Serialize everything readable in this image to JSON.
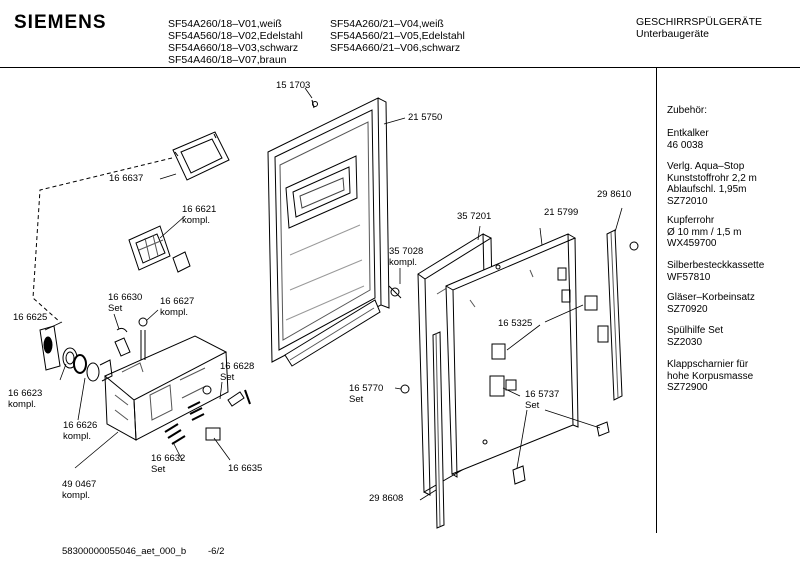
{
  "header": {
    "brand": "SIEMENS",
    "models_col1": [
      "SF54A260/18–V01,weiß",
      "SF54A560/18–V02,Edelstahl",
      "SF54A660/18–V03,schwarz",
      "SF54A460/18–V07,braun"
    ],
    "models_col2": [
      "SF54A260/21–V04,weiß",
      "SF54A560/21–V05,Edelstahl",
      "SF54A660/21–V06,schwarz"
    ],
    "category_title": "GESCHIRRSPÜLGERÄTE",
    "category_subtitle": "Unterbaugeräte"
  },
  "accessories": {
    "title": "Zubehör:",
    "items": [
      [
        "Entkalker",
        "46 0038"
      ],
      [
        "Verlg. Aqua–Stop",
        "Kunststoffrohr 2,2 m",
        "Ablaufschl. 1,95m",
        "SZ72010"
      ],
      [
        "Kupferrohr",
        "Ø 10 mm / 1,5 m",
        "WX459700"
      ],
      [
        "Silberbesteckkassette",
        "WF57810"
      ],
      [
        "Gläser–Korbeinsatz",
        "SZ70920"
      ],
      [
        "Spülhilfe Set",
        "SZ2030"
      ],
      [
        "Klappscharnier für",
        "hohe Korpusmasse",
        "SZ72900"
      ]
    ]
  },
  "part_labels": {
    "p151703": "15 1703",
    "p215750": "21 5750",
    "p166637": "16 6637",
    "p166621": "16 6621",
    "p166621_sub": "kompl.",
    "p166625": "16 6625",
    "p166630": "16 6630",
    "p166630_sub": "Set",
    "p166627": "16 6627",
    "p166627_sub": "kompl.",
    "p166623": "16 6623",
    "p166623_sub": "kompl.",
    "p166626": "16 6626",
    "p166626_sub": "kompl.",
    "p490467": "49 0467",
    "p490467_sub": "kompl.",
    "p166628": "16 6628",
    "p166628_sub": "Set",
    "p166632": "16 6632",
    "p166632_sub": "Set",
    "p166635": "16 6635",
    "p357201": "35 7201",
    "p215799": "21 5799",
    "p298610": "29 8610",
    "p357028": "35 7028",
    "p357028_sub": "kompl.",
    "p165325": "16 5325",
    "p165770": "16 5770",
    "p165770_sub": "Set",
    "p165737": "16 5737",
    "p165737_sub": "Set",
    "p298608": "29 8608"
  },
  "footer": {
    "code": "58300000055046_aet_000_b",
    "page": "-6/2"
  }
}
